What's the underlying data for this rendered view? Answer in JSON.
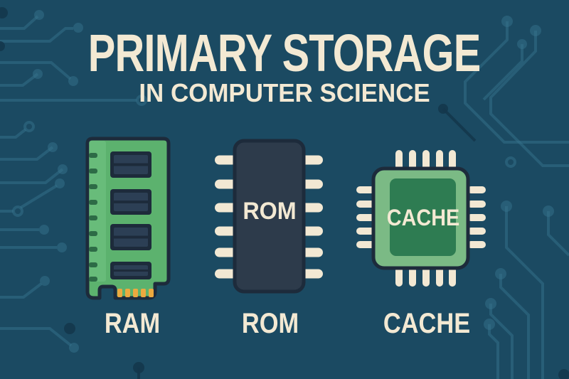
{
  "poster": {
    "title": "PRIMARY STORAGE",
    "subtitle": "IN COMPUTER SCIENCE",
    "items": [
      {
        "id": "ram",
        "label": "RAM",
        "icon": "ram-module-icon",
        "chip_text": ""
      },
      {
        "id": "rom",
        "label": "ROM",
        "icon": "rom-chip-icon",
        "chip_text": "ROM"
      },
      {
        "id": "cache",
        "label": "CACHE",
        "icon": "cache-processor-icon",
        "chip_text": "CACHE"
      }
    ]
  },
  "palette": {
    "background": "#1b4a62",
    "circuit_trace": "#36718c",
    "circuit_trace_dark": "#14374d",
    "text_cream": "#f3e9d3",
    "ram_green": "#5cb26e",
    "ram_green_light": "#74c686",
    "ram_notch_green": "#2d6b46",
    "chip_outline_navy": "#1d2b3b",
    "chip_panel_navy": "#2c3f55",
    "ram_pin_gold": "#eca93f",
    "rom_body_slate": "#2d3b4b",
    "pin_cream": "#f2e8d3",
    "cache_outer_green": "#7bba85",
    "cache_inner_green": "#2e7c52"
  }
}
